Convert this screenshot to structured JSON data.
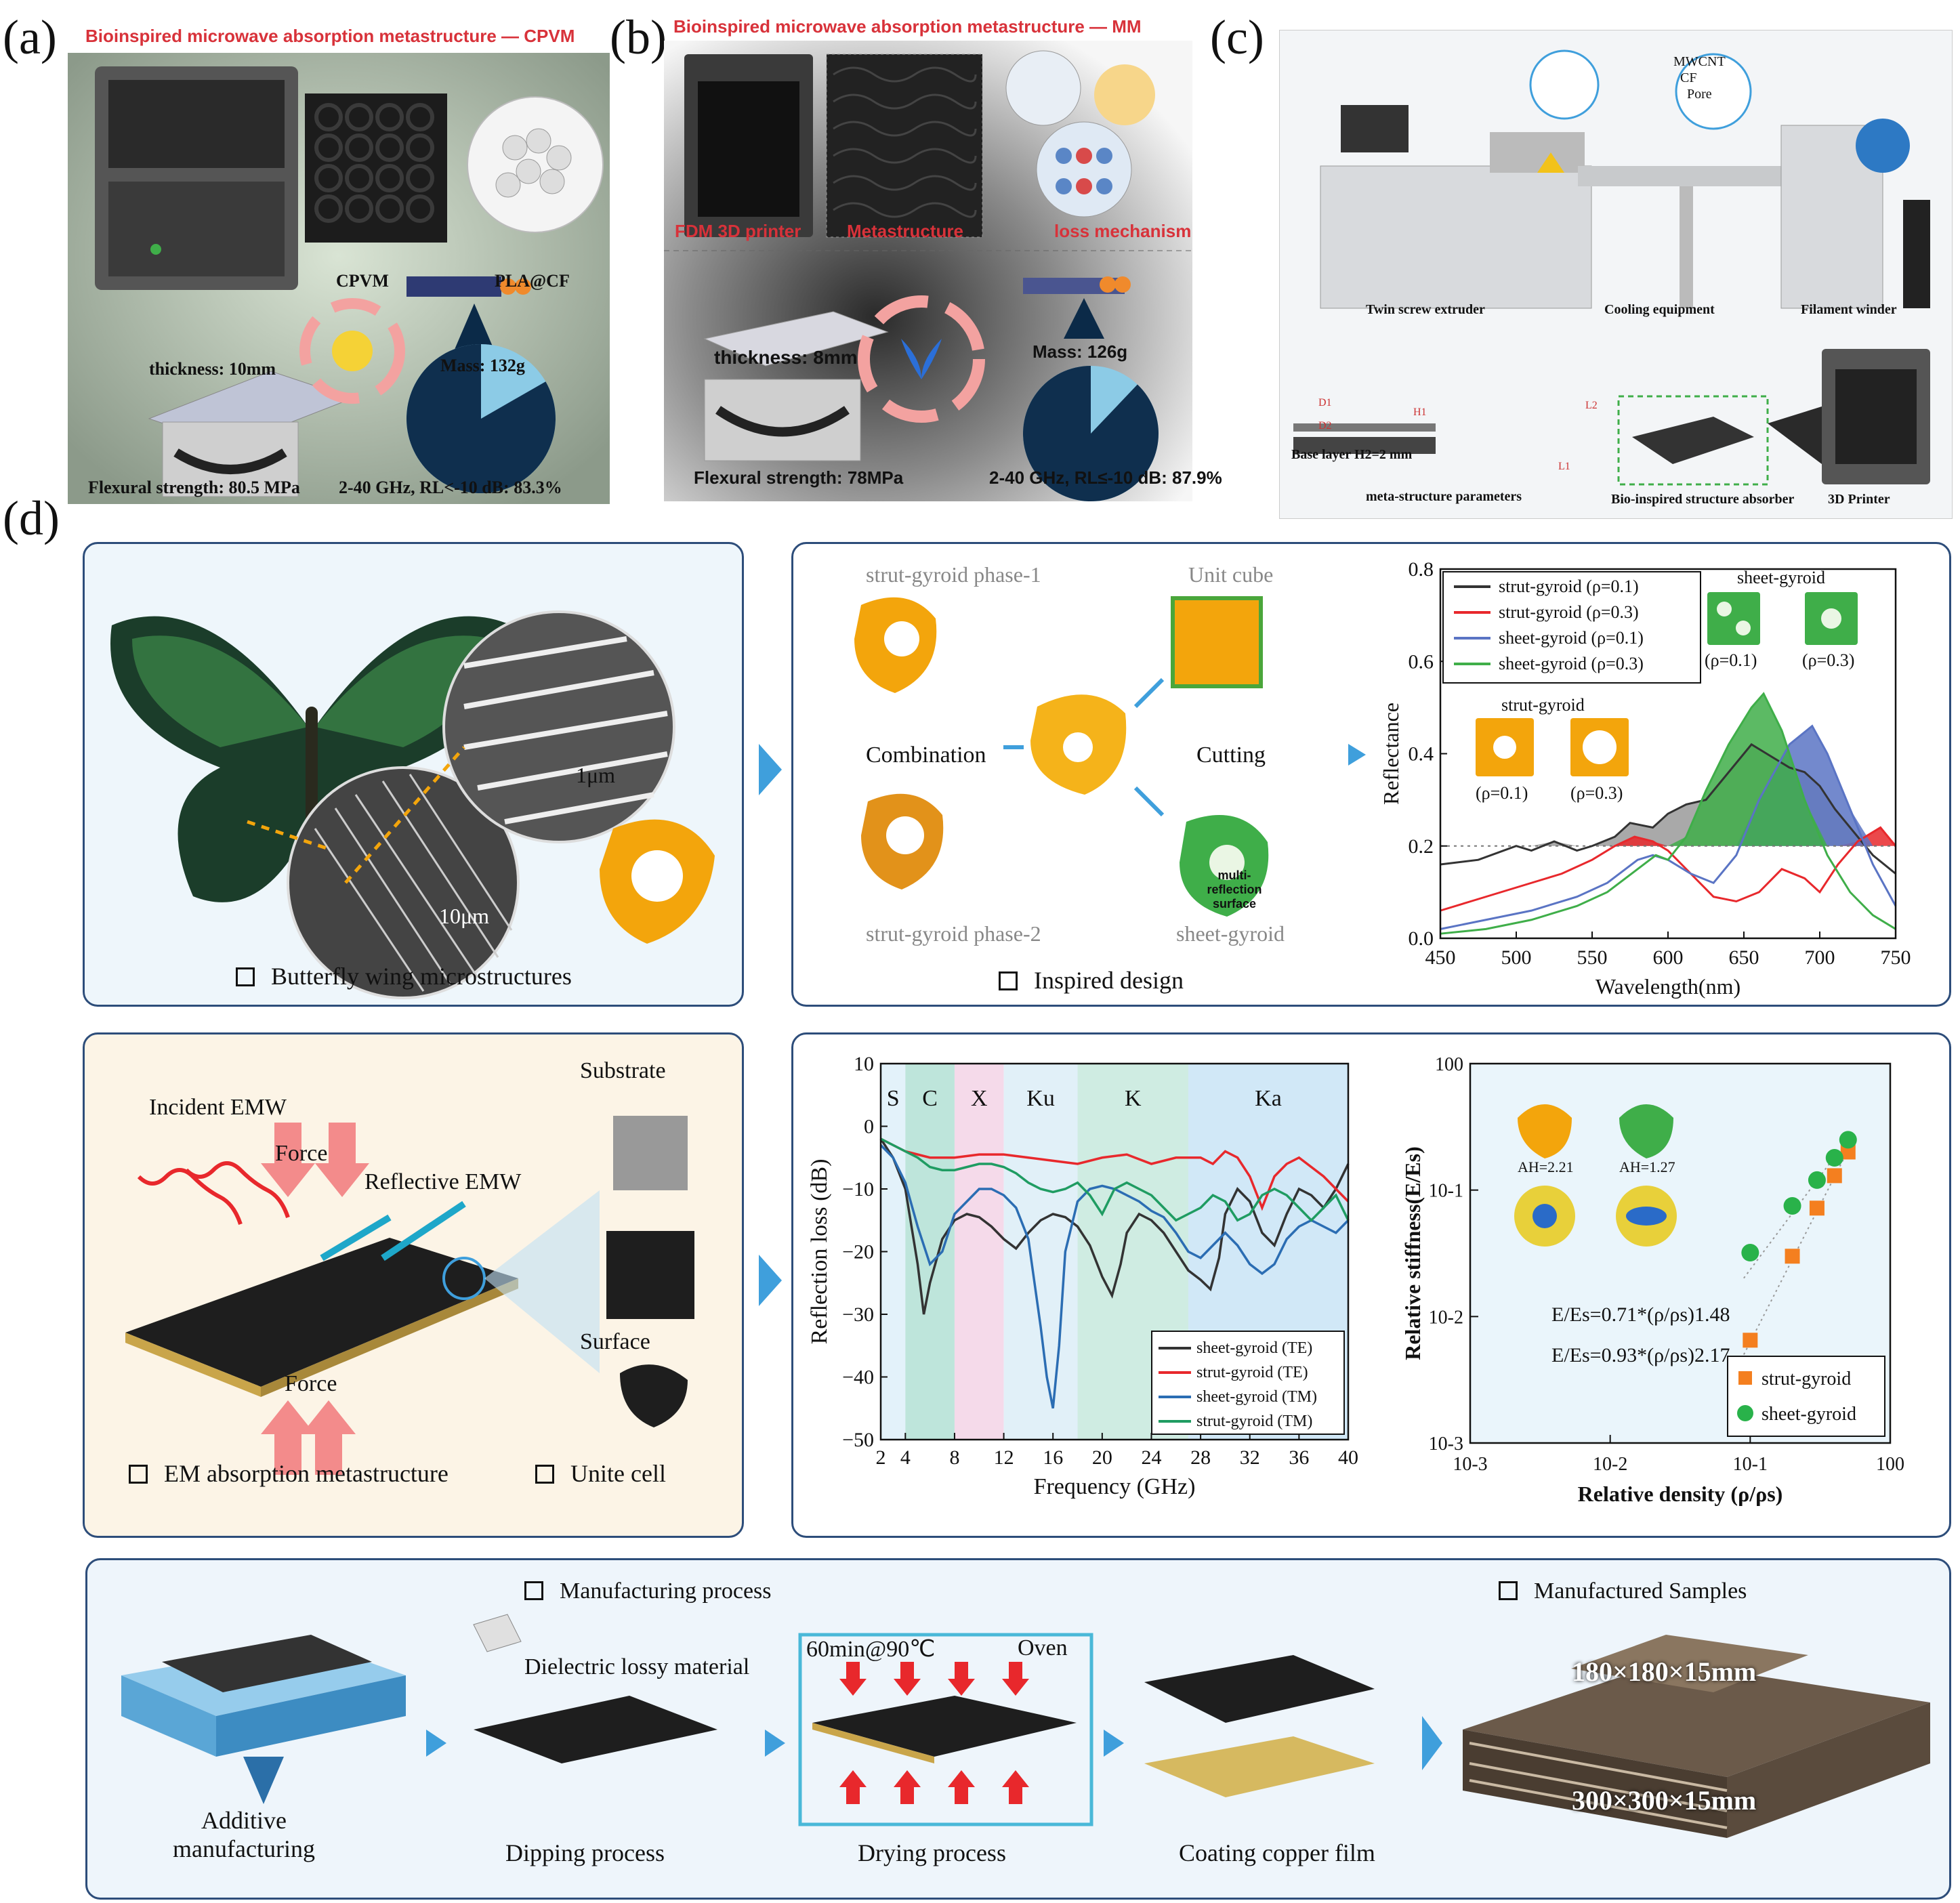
{
  "panels": {
    "a": {
      "label": "(a)",
      "title": "Bioinspired microwave absorption metastructure — CPVM",
      "labels": {
        "cpvm": "CPVM",
        "pla": "PLA@CF",
        "thickness": "thickness: 10mm",
        "mass": "Mass: 132g",
        "flexural": "Flexural strength: 80.5 MPa",
        "rl": "2-40 GHz, RL<-10 dB: 83.3%"
      },
      "pie_fraction": 0.833
    },
    "b": {
      "label": "(b)",
      "title": "Bioinspired microwave absorption metastructure — MM",
      "labels": {
        "printer": "FDM 3D printer",
        "meta": "Metastructure",
        "loss": "loss mechanism",
        "thickness": "thickness: 8mm",
        "mass": "Mass: 126g",
        "flexural": "Flexural strength: 78MPa",
        "rl": "2-40 GHz, RL≤-10 dB: 87.9%"
      },
      "pie_fraction": 0.879
    },
    "c": {
      "label": "(c)",
      "labels": {
        "mwcnt": "MWCNT",
        "cf": "CF",
        "pore": "Pore",
        "extruder": "Twin screw extruder",
        "cooling": "Cooling equipment",
        "winder": "Filament winder",
        "base": "Base layer H2=2 mm",
        "params": "meta-structure parameters",
        "absorber": "Bio-inspired structure absorber",
        "printer": "3D Printer",
        "d1": "D1",
        "d2": "D2",
        "h1": "H1",
        "l1": "L1",
        "l2": "L2"
      }
    },
    "d": {
      "label": "(d)",
      "butterfly": {
        "caption": "Butterfly wing microstructures",
        "scale1": "1μm",
        "scale2": "10μm"
      },
      "design": {
        "caption": "Inspired design",
        "phase1": "strut-gyroid phase-1",
        "phase2": "strut-gyroid phase-2",
        "unit": "Unit cube",
        "combination": "Combination",
        "cutting": "Cutting",
        "sheet": "sheet-gyroid",
        "multi": "multi-reflection surface"
      },
      "em": {
        "caption1": "EM absorption metastructure",
        "caption2": "Unite cell",
        "incident": "Incident EMW",
        "force1": "Force",
        "force2": "Force",
        "reflective": "Reflective EMW",
        "substrate": "Substrate",
        "surface": "Surface"
      },
      "process": {
        "title1": "Manufacturing process",
        "title2": "Manufactured Samples",
        "dielectric": "Dielectric lossy material",
        "oven_time": "60min@90℃",
        "oven": "Oven",
        "additive": "Additive manufacturing",
        "dipping": "Dipping process",
        "drying": "Drying process",
        "coating": "Coating copper film",
        "size1": "180×180×15mm",
        "size2": "300×300×15mm"
      }
    }
  },
  "chart_data": [
    {
      "type": "line",
      "xlabel": "Wavelength(nm)",
      "ylabel": "Reflectance",
      "xlim": [
        450,
        750
      ],
      "ylim": [
        0.0,
        0.8
      ],
      "xticks": [
        450,
        500,
        550,
        600,
        650,
        700,
        750
      ],
      "yticks": [
        0.0,
        0.2,
        0.4,
        0.6,
        0.8
      ],
      "reference_line": 0.2,
      "legend": [
        "strut-gyroid (ρ=0.1)",
        "strut-gyroid (ρ=0.3)",
        "sheet-gyroid (ρ=0.1)",
        "sheet-gyroid (ρ=0.3)"
      ],
      "insets": {
        "sheet_title": "sheet-gyroid",
        "strut_title": "strut-gyroid",
        "rho1": "(ρ=0.1)",
        "rho3": "(ρ=0.3)"
      },
      "series": [
        {
          "name": "strut-gyroid (ρ=0.1)",
          "color": "#333333",
          "x": [
            450,
            475,
            500,
            510,
            525,
            540,
            550,
            565,
            575,
            590,
            600,
            612,
            625,
            635,
            645,
            655,
            665,
            680,
            690,
            700,
            710,
            725,
            735,
            750
          ],
          "y": [
            0.16,
            0.17,
            0.2,
            0.19,
            0.21,
            0.19,
            0.2,
            0.22,
            0.25,
            0.24,
            0.27,
            0.29,
            0.3,
            0.34,
            0.38,
            0.42,
            0.4,
            0.37,
            0.36,
            0.33,
            0.28,
            0.22,
            0.18,
            0.14
          ]
        },
        {
          "name": "strut-gyroid (ρ=0.3)",
          "color": "#e8282c",
          "x": [
            450,
            470,
            490,
            510,
            530,
            550,
            565,
            578,
            590,
            600,
            615,
            630,
            645,
            660,
            675,
            690,
            700,
            712,
            725,
            740,
            750
          ],
          "y": [
            0.06,
            0.08,
            0.1,
            0.12,
            0.14,
            0.17,
            0.2,
            0.22,
            0.21,
            0.19,
            0.14,
            0.09,
            0.08,
            0.1,
            0.15,
            0.13,
            0.1,
            0.16,
            0.21,
            0.24,
            0.2
          ]
        },
        {
          "name": "sheet-gyroid (ρ=0.1)",
          "color": "#5a74c4",
          "x": [
            450,
            480,
            510,
            540,
            560,
            580,
            590,
            600,
            615,
            630,
            645,
            660,
            680,
            695,
            705,
            720,
            735,
            750
          ],
          "y": [
            0.02,
            0.04,
            0.06,
            0.09,
            0.12,
            0.17,
            0.18,
            0.17,
            0.14,
            0.12,
            0.18,
            0.3,
            0.42,
            0.46,
            0.4,
            0.28,
            0.16,
            0.07
          ]
        },
        {
          "name": "sheet-gyroid (ρ=0.3)",
          "color": "#3fae49",
          "x": [
            450,
            480,
            510,
            540,
            560,
            580,
            592,
            600,
            612,
            625,
            640,
            655,
            663,
            675,
            690,
            705,
            720,
            735,
            750
          ],
          "y": [
            0.01,
            0.02,
            0.04,
            0.07,
            0.1,
            0.15,
            0.18,
            0.17,
            0.22,
            0.32,
            0.42,
            0.5,
            0.53,
            0.45,
            0.3,
            0.18,
            0.1,
            0.05,
            0.02
          ]
        }
      ]
    },
    {
      "type": "line",
      "xlabel": "Frequency (GHz)",
      "ylabel": "Reflection loss (dB)",
      "xlim": [
        2,
        40
      ],
      "ylim": [
        -50,
        10
      ],
      "xticks": [
        2,
        4,
        8,
        12,
        16,
        20,
        24,
        28,
        32,
        36,
        40
      ],
      "yticks": [
        10,
        0,
        -10,
        -20,
        -30,
        -40,
        -50
      ],
      "bands": [
        {
          "name": "S",
          "from": 2,
          "to": 4,
          "color": "#d9eef8"
        },
        {
          "name": "C",
          "from": 4,
          "to": 8,
          "color": "#a8dccf"
        },
        {
          "name": "X",
          "from": 8,
          "to": 12,
          "color": "#f1cde3"
        },
        {
          "name": "Ku",
          "from": 12,
          "to": 18,
          "color": "#d7ebf6"
        },
        {
          "name": "K",
          "from": 18,
          "to": 27,
          "color": "#bfe6d8"
        },
        {
          "name": "Ka",
          "from": 27,
          "to": 40,
          "color": "#c2e0f4"
        }
      ],
      "legend": [
        "sheet-gyroid (TE)",
        "strut-gyroid (TE)",
        "sheet-gyroid (TM)",
        "strut-gyroid (TM)"
      ],
      "series": [
        {
          "name": "sheet-gyroid (TE)",
          "color": "#333333",
          "x": [
            2,
            3,
            4,
            5,
            5.5,
            6,
            7,
            8,
            9,
            10,
            11,
            12,
            13,
            14,
            15,
            16,
            17,
            18,
            19,
            20,
            20.8,
            21.5,
            22,
            23,
            24,
            25,
            26,
            27,
            28,
            28.8,
            29.5,
            30,
            31,
            32,
            33,
            34,
            35,
            36,
            37,
            38,
            39,
            40
          ],
          "y": [
            -2,
            -5,
            -10,
            -22,
            -30,
            -25,
            -18,
            -15,
            -14,
            -14.5,
            -16,
            -18,
            -19.5,
            -17,
            -15,
            -14,
            -14.5,
            -16,
            -19,
            -24,
            -27,
            -22,
            -17,
            -14,
            -15,
            -17,
            -20,
            -23,
            -24.5,
            -26,
            -21,
            -14,
            -10,
            -12,
            -17,
            -19,
            -14,
            -10,
            -11,
            -13,
            -10,
            -6
          ]
        },
        {
          "name": "strut-gyroid (TE)",
          "color": "#e8282c",
          "x": [
            2,
            3,
            4,
            5,
            6,
            8,
            10,
            12,
            14,
            16,
            18,
            20,
            22,
            24,
            26,
            28,
            29,
            30,
            31,
            32,
            33,
            34,
            35,
            36,
            38,
            40
          ],
          "y": [
            -2,
            -3,
            -4,
            -4.5,
            -5,
            -5,
            -4.5,
            -4.5,
            -5,
            -5.5,
            -6,
            -5,
            -4.5,
            -6,
            -5,
            -5,
            -6,
            -4,
            -5,
            -8,
            -13,
            -8,
            -6,
            -5,
            -8,
            -12
          ]
        },
        {
          "name": "sheet-gyroid (TM)",
          "color": "#2b6db3",
          "x": [
            2,
            3,
            4,
            5,
            6,
            7,
            8,
            9,
            10,
            11,
            12,
            13,
            14,
            15,
            15.5,
            16,
            16.5,
            17,
            18,
            19,
            20,
            21,
            22,
            23,
            24,
            25,
            26,
            27,
            28,
            29,
            30,
            31,
            32,
            33,
            34,
            35,
            36,
            37,
            38,
            39,
            40
          ],
          "y": [
            -3,
            -5,
            -9,
            -16,
            -22,
            -20,
            -14,
            -12,
            -10,
            -10,
            -11,
            -13,
            -18,
            -32,
            -40,
            -45,
            -35,
            -20,
            -12,
            -10,
            -9.5,
            -10,
            -11,
            -12,
            -13.5,
            -14.5,
            -17,
            -20,
            -21,
            -19,
            -17,
            -19,
            -22,
            -23.5,
            -22,
            -18,
            -16,
            -15,
            -16,
            -17,
            -15
          ]
        },
        {
          "name": "strut-gyroid (TM)",
          "color": "#1f9c62",
          "x": [
            2,
            3,
            4,
            5,
            6,
            7,
            8,
            9,
            10,
            11,
            12,
            13,
            14,
            15,
            16,
            17,
            18,
            19,
            20,
            21,
            22,
            23,
            24,
            25,
            26,
            27,
            28,
            29,
            30,
            31,
            32,
            33,
            34,
            35,
            36,
            37,
            38,
            39,
            40
          ],
          "y": [
            -2,
            -3,
            -4,
            -5,
            -6.5,
            -7,
            -7,
            -6.5,
            -6,
            -6,
            -6.5,
            -7.5,
            -9,
            -10,
            -10.5,
            -10,
            -9,
            -11,
            -14,
            -10,
            -9,
            -10,
            -11,
            -13,
            -15,
            -14,
            -13,
            -11,
            -12,
            -15,
            -14,
            -11,
            -10,
            -11,
            -13,
            -15,
            -13,
            -11,
            -15
          ]
        }
      ]
    },
    {
      "type": "scatter",
      "xlabel": "Relative density (ρ/ρs)",
      "ylabel": "Relative stiffness(E/Es)",
      "xscale": "log",
      "yscale": "log",
      "xlim": [
        0.001,
        1
      ],
      "ylim": [
        0.001,
        1
      ],
      "xtick_labels": [
        "10-3",
        "10-2",
        "10-1",
        "100"
      ],
      "ytick_labels": [
        "100",
        "10-1",
        "10-2",
        "10-3"
      ],
      "legend": [
        "strut-gyroid",
        "sheet-gyroid"
      ],
      "annotations": {
        "eq_sheet": "E/Es=0.71*(ρ/ρs)1.48",
        "eq_strut": "E/Es=0.93*(ρ/ρs)2.17",
        "ah_strut": "AH=2.21",
        "ah_sheet": "AH=1.27"
      },
      "series": [
        {
          "name": "strut-gyroid",
          "color": "#f47f1f",
          "marker": "square",
          "x": [
            0.1,
            0.2,
            0.3,
            0.4,
            0.5
          ],
          "y": [
            0.0065,
            0.03,
            0.072,
            0.13,
            0.2
          ]
        },
        {
          "name": "sheet-gyroid",
          "color": "#29b24a",
          "marker": "circle",
          "x": [
            0.1,
            0.2,
            0.3,
            0.4,
            0.5
          ],
          "y": [
            0.032,
            0.075,
            0.12,
            0.18,
            0.25
          ]
        }
      ]
    }
  ]
}
